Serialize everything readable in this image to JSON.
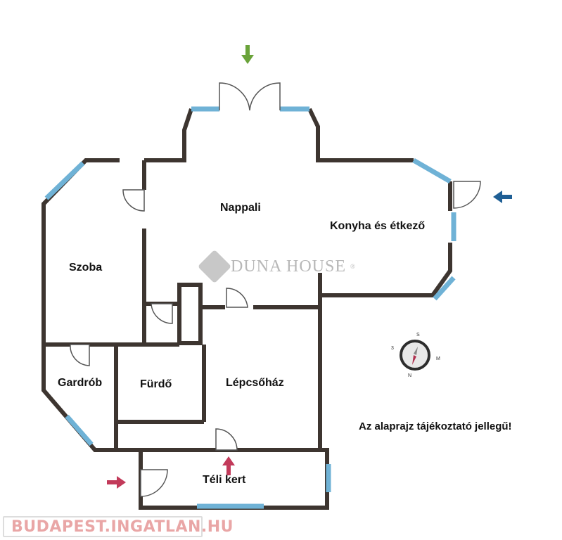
{
  "rooms": {
    "nappali": "Nappali",
    "konyha": "Konyha és étkező",
    "szoba": "Szoba",
    "gardrob": "Gardrób",
    "furdo": "Fürdő",
    "lepcsohaz": "Lépcsőház",
    "teli_kert": "Téli kert"
  },
  "disclaimer": "Az alaprajz tájékoztató jellegű!",
  "watermark": {
    "brand": "DUNA HOUSE",
    "registered": "®"
  },
  "footer_logo": {
    "text": "BUDAPEST.INGATLAN.HU"
  },
  "compass": {
    "labels": [
      "S",
      "M",
      "N",
      "3"
    ]
  },
  "colors": {
    "wall": "#3d3530",
    "window": "#6fb2d6",
    "arrow_green": "#6aa33a",
    "arrow_blue": "#1f5f95",
    "arrow_red": "#c23a5a"
  }
}
